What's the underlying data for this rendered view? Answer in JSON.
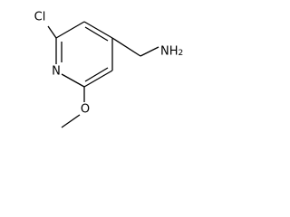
{
  "molecule": {
    "atoms": {
      "chlorine": "Cl",
      "nitrogen": "N",
      "oxygen": "O",
      "amine_main": "NH",
      "amine_subscript": "2"
    }
  },
  "colors": {
    "bond": "#000000",
    "label": "#000000",
    "background": "#ffffff"
  }
}
